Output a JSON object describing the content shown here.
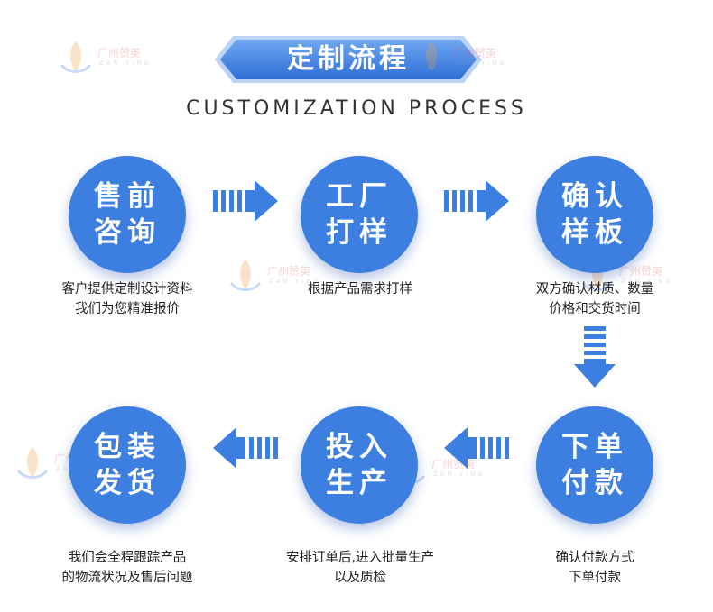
{
  "title": "定制流程",
  "subtitle": "CUSTOMIZATION PROCESS",
  "watermark": {
    "brand": "广州赞英",
    "sub": "ZAN YING"
  },
  "steps": [
    {
      "line1": "售前",
      "line2": "咨询",
      "desc1": "客户提供定制设计资料",
      "desc2": "我们为您精准报价"
    },
    {
      "line1": "工厂",
      "line2": "打样",
      "desc1": "根据产品需求打样",
      "desc2": ""
    },
    {
      "line1": "确认",
      "line2": "样板",
      "desc1": "双方确认材质、数量",
      "desc2": "价格和交货时间"
    },
    {
      "line1": "下单",
      "line2": "付款",
      "desc1": "确认付款方式",
      "desc2": "下单付款"
    },
    {
      "line1": "投入",
      "line2": "生产",
      "desc1": "安排订单后,进入批量生产",
      "desc2": "以及质检"
    },
    {
      "line1": "包装",
      "line2": "发货",
      "desc1": "我们会全程跟踪产品",
      "desc2": "的物流状况及售后问题"
    }
  ],
  "colors": {
    "primary": "#3d7fe0",
    "arrow": "#3d7fe0",
    "text": "#222222"
  }
}
